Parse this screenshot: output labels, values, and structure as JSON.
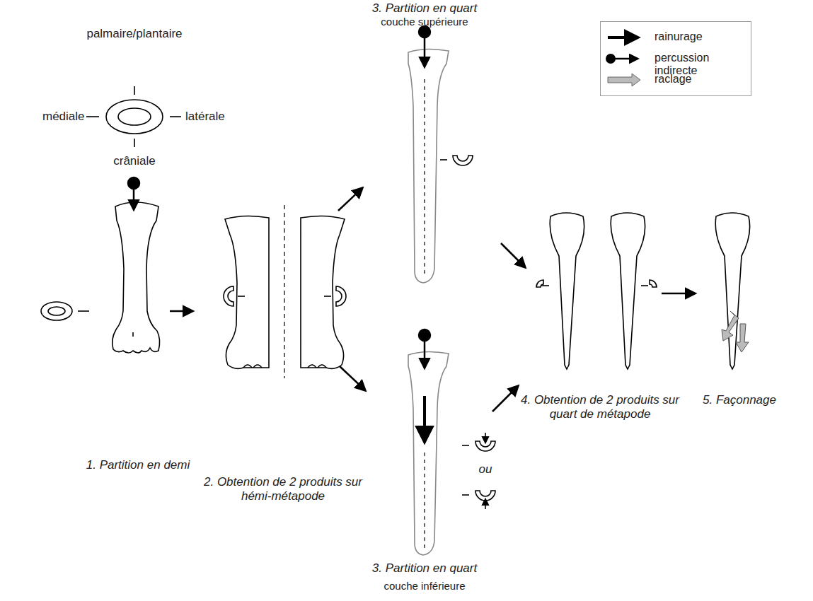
{
  "diagram": {
    "labels": [
      "palmaire/plantaire",
      "médiale",
      "latérale",
      "crâniale",
      "3. Partition en quart",
      "couche supérieure",
      "1. Partition en demi",
      "2. Obtention de 2 produits sur hémi-métapode",
      "ou",
      "3. Partition en quart",
      "couche inférieure",
      "4. Obtention de 2 produits sur quart de métapode",
      "5. Façonnage"
    ],
    "legend": [
      {
        "text": "rainurage"
      },
      {
        "text": "percussion indirecte"
      },
      {
        "text": "raclage"
      }
    ]
  }
}
